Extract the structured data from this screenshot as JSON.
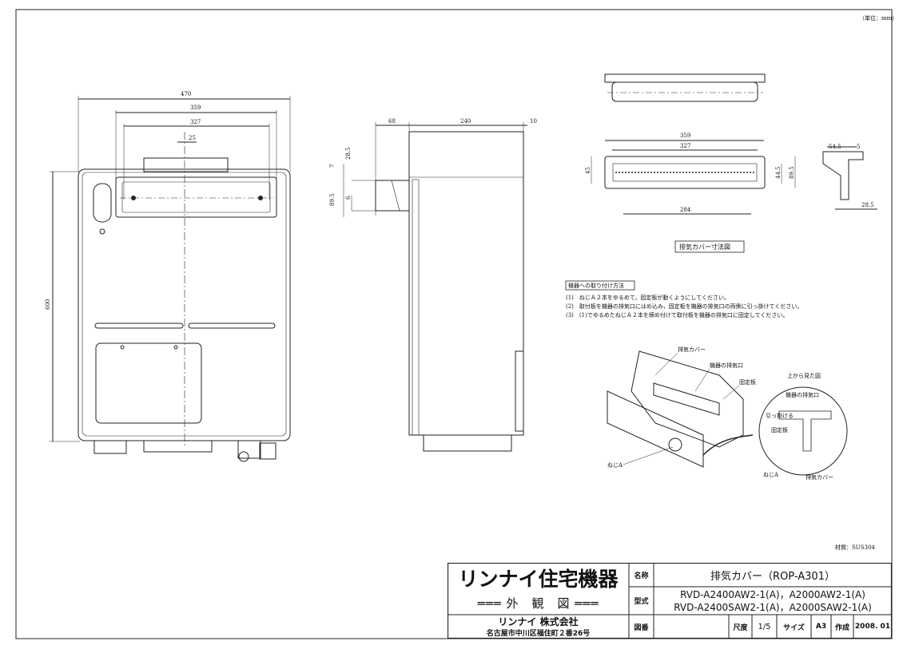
{
  "unit_note": "（単位：mm）",
  "front_view": {
    "dim_overall_width": "470",
    "dim_bracket_width": "359",
    "dim_hole_pitch": "327",
    "dim_center": "25",
    "dim_height": "600"
  },
  "side_view": {
    "dim_offset": "68",
    "dim_depth": "240",
    "dim_rear": "10",
    "dim_a": "28.5",
    "dim_b": "7",
    "dim_c": "6",
    "dim_d": "89.5"
  },
  "cover_views": {
    "dim_width": "359",
    "dim_pitch": "327",
    "dim_inner": "284",
    "dim_height_left": "45",
    "dim_height_inner": "44.5",
    "dim_height_total": "89.5",
    "dim_side_depth": "54.5",
    "dim_side_lip": "5",
    "dim_side_bottom": "28.5",
    "caption": "排気カバー寸法図"
  },
  "instructions": {
    "heading": "機器への取り付け方法",
    "steps": [
      "(1)　ねじＡ２本をゆるめて，固定板が動くようにしてください。",
      "(2)　取付板を機器の排気口にはめ込み，固定板を機器の排気口の両側に引っ掛けてください。",
      "(3)　(1)でゆるめたねじＡ２本を締め付けて取付板を機器の排気口に固定してください。"
    ]
  },
  "perspective_labels": {
    "cover": "排気カバー",
    "outlet": "機器の排気口",
    "plate": "固定板",
    "screw": "ねじA",
    "top_view": "上から見た図",
    "outlet2": "機器の排気口",
    "hook": "引っ掛ける",
    "plate2": "固定板",
    "screw2": "ねじA",
    "cover2": "排気カバー"
  },
  "material": "材質：SUS304",
  "title_block": {
    "company_logo": "リンナイ住宅機器",
    "doc_type": "═══ 外　観　図 ═══",
    "company_name": "リンナイ 株式会社",
    "address": "名古屋市中川区福住町２番26号",
    "label_name": "名称",
    "value_name": "排気カバー（ROP-A301）",
    "label_model": "型式",
    "value_model_1": "RVD-A2400AW2-1(A)，A2000AW2-1(A)",
    "value_model_2": "RVD-A2400SAW2-1(A)，A2000SAW2-1(A)",
    "label_drawing_no": "図番",
    "label_scale": "尺度",
    "value_scale": "1/5",
    "label_size": "サイズ",
    "value_size": "A3",
    "label_date": "作成",
    "value_date": "2008. 01"
  }
}
